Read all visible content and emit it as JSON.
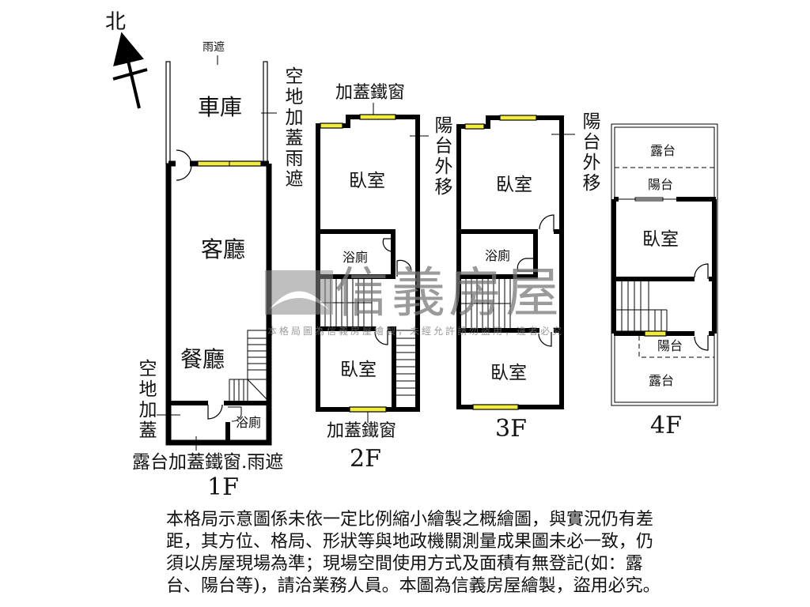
{
  "compass": {
    "north_label": "北"
  },
  "floors": {
    "f1": {
      "label": "1F",
      "rooms": {
        "garage": "車庫",
        "living": "客廳",
        "dining": "餐廳",
        "bath": "浴廁"
      },
      "notes": {
        "canopy_top": "雨遮",
        "side_canopy": "空地加蓋雨遮",
        "side_addition": "空地加蓋",
        "terrace": "露台加蓋鐵窗.雨遮"
      }
    },
    "f2": {
      "label": "2F",
      "rooms": {
        "bedroom_front": "臥室",
        "bath": "浴廁",
        "bedroom_back": "臥室"
      },
      "notes": {
        "window_top": "加蓋鐵窗",
        "window_bottom": "加蓋鐵窗",
        "balcony": "陽台外移"
      }
    },
    "f3": {
      "label": "3F",
      "rooms": {
        "bedroom_front": "臥室",
        "bath": "浴廁",
        "bedroom_back": "臥室"
      },
      "notes": {
        "balcony": "陽台外移"
      }
    },
    "f4": {
      "label": "4F",
      "rooms": {
        "terrace_front": "露台",
        "balcony_front": "陽台",
        "bedroom": "臥室",
        "balcony_back": "陽台",
        "terrace_back": "露台"
      }
    }
  },
  "watermark": {
    "brand": "信義房屋",
    "notice": "本格局圖為信義房屋繪製，未經允許請勿盜用，違者必究"
  },
  "disclaimer": {
    "lines": [
      "本格局示意圖係未依一定比例縮小繪製之概繪圖，與實況仍有差",
      "距，其方位、格局、形狀等與地政機關測量成果圖未必一致，仍",
      "須以房屋現場為準；現場空間使用方式及面積有無登記(如：露",
      "台、陽台等)，請洽業務人員。本圖為信義房屋繪製，盜用必究。"
    ]
  },
  "colors": {
    "wall": "#000000",
    "window_fill": "#f2ec3c",
    "watermark": "#8c8c8c"
  }
}
